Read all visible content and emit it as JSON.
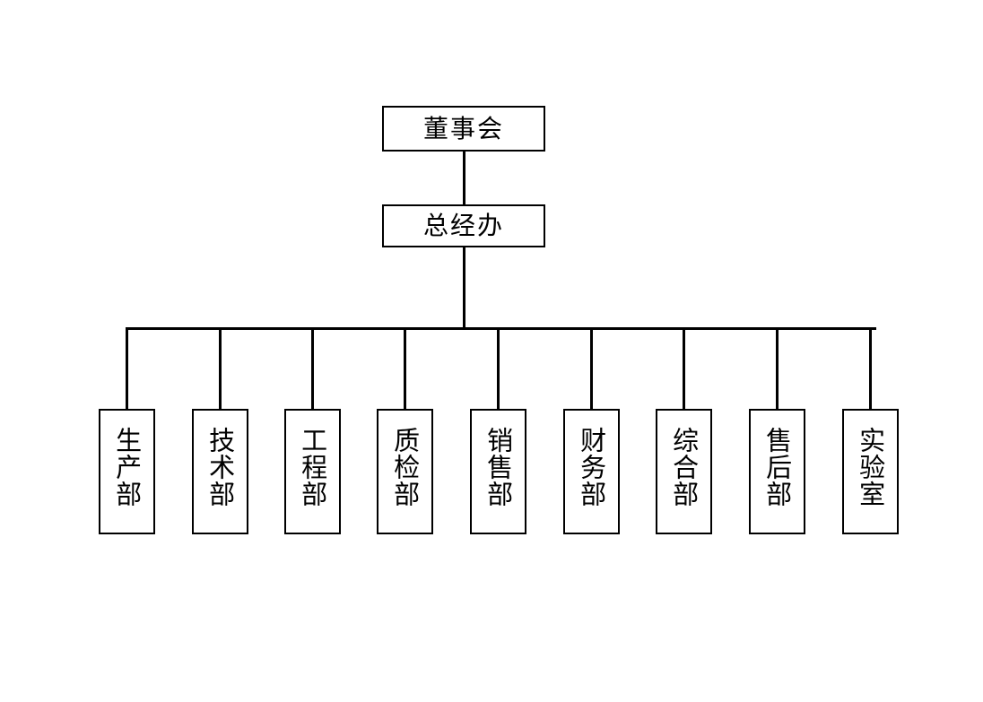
{
  "chart_data": {
    "type": "diagram",
    "diagram_kind": "organization-chart",
    "title": "",
    "orientation": "top-down",
    "background_color": "#ffffff",
    "line_color": "#000000",
    "box_border_color": "#000000",
    "box_fill_color": "#ffffff",
    "levels": [
      {
        "level": 1,
        "nodes": [
          {
            "id": "board",
            "label": "董事会",
            "text_direction": "horizontal"
          }
        ]
      },
      {
        "level": 2,
        "nodes": [
          {
            "id": "gm_office",
            "label": "总经办",
            "text_direction": "horizontal"
          }
        ]
      },
      {
        "level": 3,
        "nodes": [
          {
            "id": "dept_1",
            "label": "生产部",
            "text_direction": "vertical"
          },
          {
            "id": "dept_2",
            "label": "技术部",
            "text_direction": "vertical"
          },
          {
            "id": "dept_3",
            "label": "工程部",
            "text_direction": "vertical"
          },
          {
            "id": "dept_4",
            "label": "质检部",
            "text_direction": "vertical"
          },
          {
            "id": "dept_5",
            "label": "销售部",
            "text_direction": "vertical"
          },
          {
            "id": "dept_6",
            "label": "财务部",
            "text_direction": "vertical"
          },
          {
            "id": "dept_7",
            "label": "综合部",
            "text_direction": "vertical"
          },
          {
            "id": "dept_8",
            "label": "售后部",
            "text_direction": "vertical"
          },
          {
            "id": "dept_9",
            "label": "实验室",
            "text_direction": "vertical"
          }
        ]
      }
    ],
    "edges": [
      {
        "from": "board",
        "to": "gm_office"
      },
      {
        "from": "gm_office",
        "to": "dept_1"
      },
      {
        "from": "gm_office",
        "to": "dept_2"
      },
      {
        "from": "gm_office",
        "to": "dept_3"
      },
      {
        "from": "gm_office",
        "to": "dept_4"
      },
      {
        "from": "gm_office",
        "to": "dept_5"
      },
      {
        "from": "gm_office",
        "to": "dept_6"
      },
      {
        "from": "gm_office",
        "to": "dept_7"
      },
      {
        "from": "gm_office",
        "to": "dept_8"
      },
      {
        "from": "gm_office",
        "to": "dept_9"
      }
    ]
  },
  "chart": {
    "board": {
      "label": "董事会"
    },
    "gm_office": {
      "label": "总经办"
    },
    "departments": [
      {
        "label": "生产部"
      },
      {
        "label": "技术部"
      },
      {
        "label": "工程部"
      },
      {
        "label": "质检部"
      },
      {
        "label": "销售部"
      },
      {
        "label": "财务部"
      },
      {
        "label": "综合部"
      },
      {
        "label": "售后部"
      },
      {
        "label": "实验室"
      }
    ]
  }
}
